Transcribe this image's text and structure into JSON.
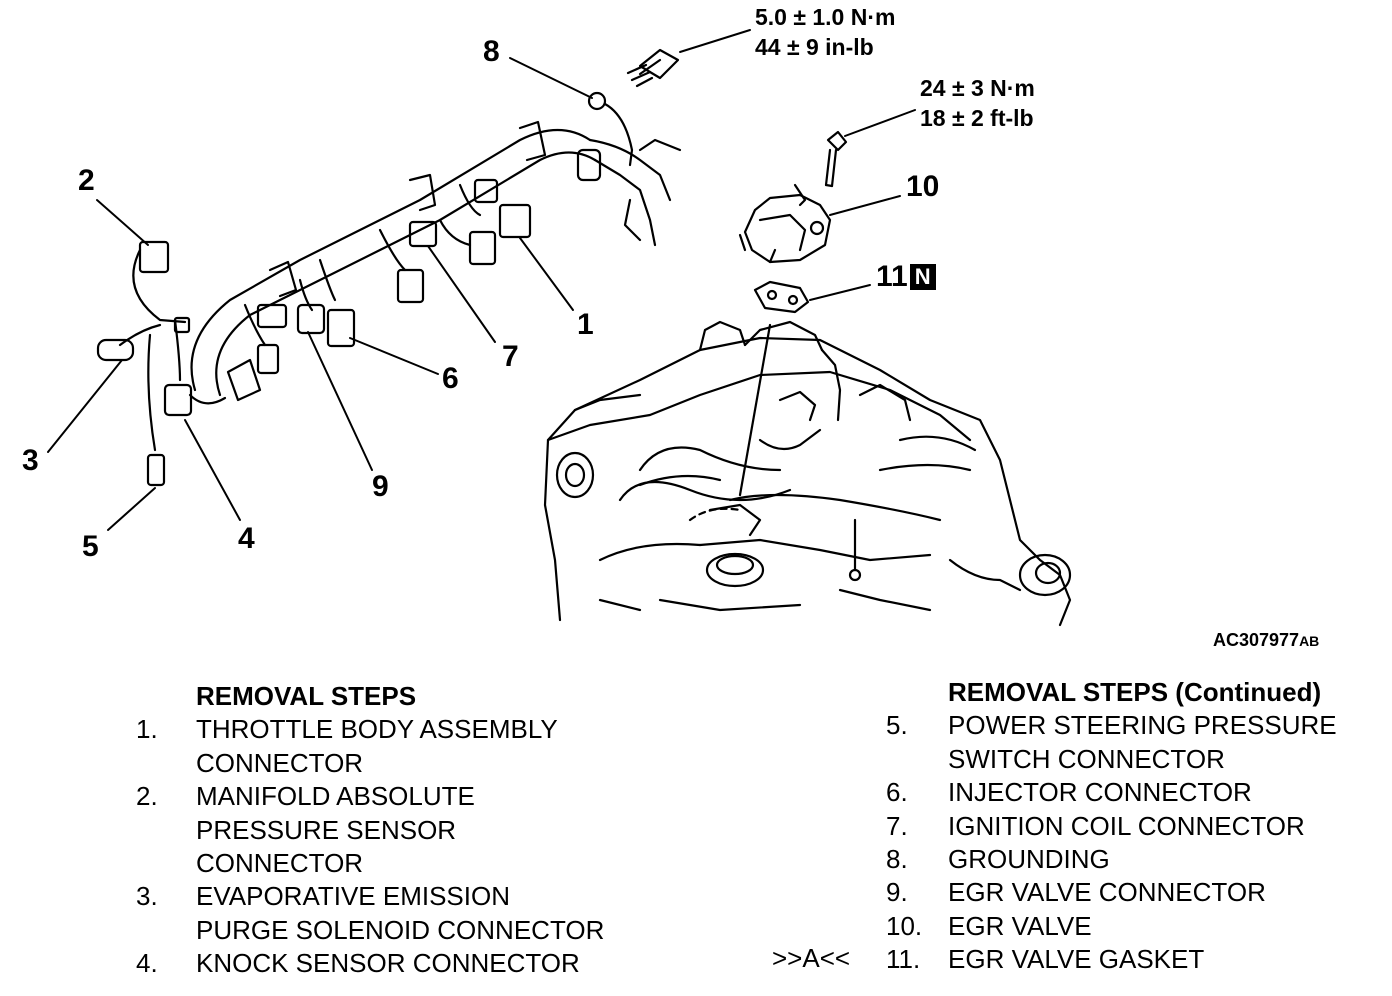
{
  "figure": {
    "id_main": "AC307977",
    "id_suffix": "AB"
  },
  "callouts": [
    "1",
    "2",
    "3",
    "4",
    "5",
    "6",
    "7",
    "8",
    "9",
    "10",
    "11"
  ],
  "callout_11_mark": "N",
  "torque_8": {
    "line1": "5.0 ± 1.0 N·m",
    "line2": "44 ± 9 in-lb"
  },
  "torque_10": {
    "line1": "24 ± 3 N·m",
    "line2": "18 ± 2 ft-lb"
  },
  "removal_steps": {
    "heading": "REMOVAL STEPS",
    "heading_continued": "REMOVAL STEPS (Continued)",
    "items": [
      {
        "num": "1.",
        "lines": [
          "THROTTLE BODY ASSEMBLY",
          "CONNECTOR"
        ]
      },
      {
        "num": "2.",
        "lines": [
          "MANIFOLD ABSOLUTE",
          "PRESSURE SENSOR",
          "CONNECTOR"
        ]
      },
      {
        "num": "3.",
        "lines": [
          "EVAPORATIVE EMISSION",
          "PURGE SOLENOID CONNECTOR"
        ]
      },
      {
        "num": "4.",
        "lines": [
          "KNOCK SENSOR CONNECTOR"
        ]
      },
      {
        "num": "5.",
        "lines": [
          "POWER STEERING PRESSURE",
          "SWITCH CONNECTOR"
        ]
      },
      {
        "num": "6.",
        "lines": [
          "INJECTOR CONNECTOR"
        ]
      },
      {
        "num": "7.",
        "lines": [
          "IGNITION COIL CONNECTOR"
        ]
      },
      {
        "num": "8.",
        "lines": [
          "GROUNDING"
        ]
      },
      {
        "num": "9.",
        "lines": [
          "EGR VALVE CONNECTOR"
        ]
      },
      {
        "num": "10.",
        "lines": [
          "EGR VALVE"
        ]
      },
      {
        "num": "11.",
        "lines": [
          "EGR VALVE GASKET"
        ],
        "mark": ">>A<<"
      }
    ]
  }
}
